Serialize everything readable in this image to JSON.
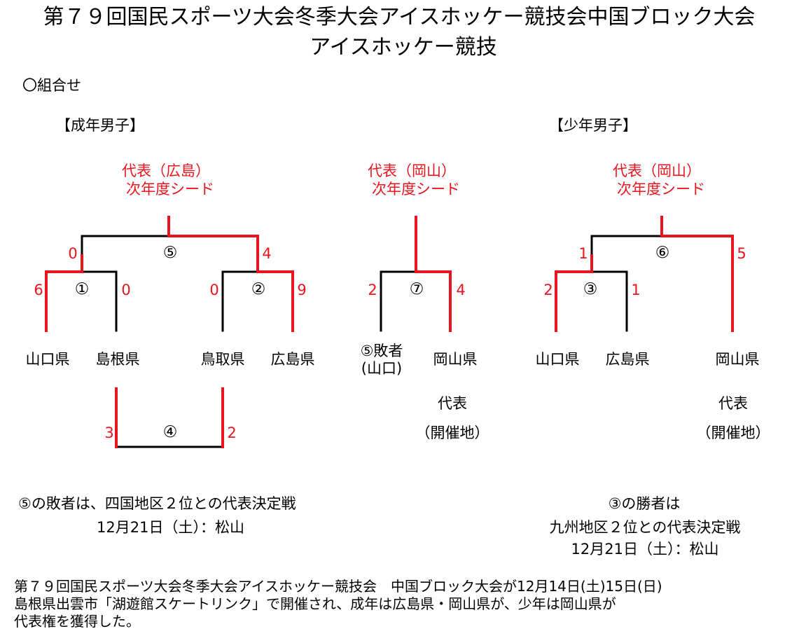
{
  "title": {
    "line1": "第７９回国民スポーツ大会冬季大会アイスホッケー競技会中国ブロック大会",
    "line2": "アイスホッケー競技"
  },
  "section": "〇組合せ",
  "men": {
    "heading": "【成年男子】",
    "rep_line1": "代表（広島）",
    "rep_line2": "次年度シード",
    "teams": {
      "yamaguchi": "山口県",
      "shimane": "島根県",
      "tottori": "鳥取県",
      "hiroshima": "広島県"
    },
    "game1": {
      "label": "①",
      "yamaguchi": "6",
      "shimane": "0"
    },
    "game2": {
      "label": "②",
      "tottori": "0",
      "hiroshima": "9"
    },
    "game5": {
      "label": "⑤",
      "left": "0",
      "right": "4"
    },
    "game4": {
      "label": "④",
      "shimane": "3",
      "tottori": "2"
    }
  },
  "playoff": {
    "rep_line1": "代表（岡山）",
    "rep_line2": "次年度シード",
    "loser_line1": "⑤敗者",
    "loser_line2": "(山口)",
    "okayama": "岡山県",
    "game7": {
      "label": "⑦",
      "left": "2",
      "right": "4"
    },
    "host_line1": "代表",
    "host_line2": "（開催地）"
  },
  "youth": {
    "heading": "【少年男子】",
    "rep_line1": "代表（岡山）",
    "rep_line2": "次年度シード",
    "teams": {
      "yamaguchi": "山口県",
      "hiroshima": "広島県",
      "okayama": "岡山県"
    },
    "game3": {
      "label": "③",
      "yamaguchi": "2",
      "hiroshima": "1"
    },
    "game6": {
      "label": "⑥",
      "left": "1",
      "right": "5"
    },
    "host_line1": "代表",
    "host_line2": "（開催地）"
  },
  "notes": {
    "men_line1": "⑤の敗者は、四国地区２位との代表決定戦",
    "men_line2": "12月21日（土）：松山",
    "youth_line1": "③の勝者は",
    "youth_line2": "九州地区２位との代表決定戦",
    "youth_line3": "12月21日（土）：松山"
  },
  "footer": {
    "line1": "第７９回国民スポーツ大会冬季大会アイスホッケー競技会　中国ブロック大会が12月14日(土)15日(日)",
    "line2": "島根県出雲市「湖遊館スケートリンク」で開催され、成年は広島県・岡山県が、少年は岡山県が",
    "line3": "代表権を獲得した。"
  },
  "colors": {
    "winner_line": "#e8141e",
    "bracket_line": "#000000"
  }
}
